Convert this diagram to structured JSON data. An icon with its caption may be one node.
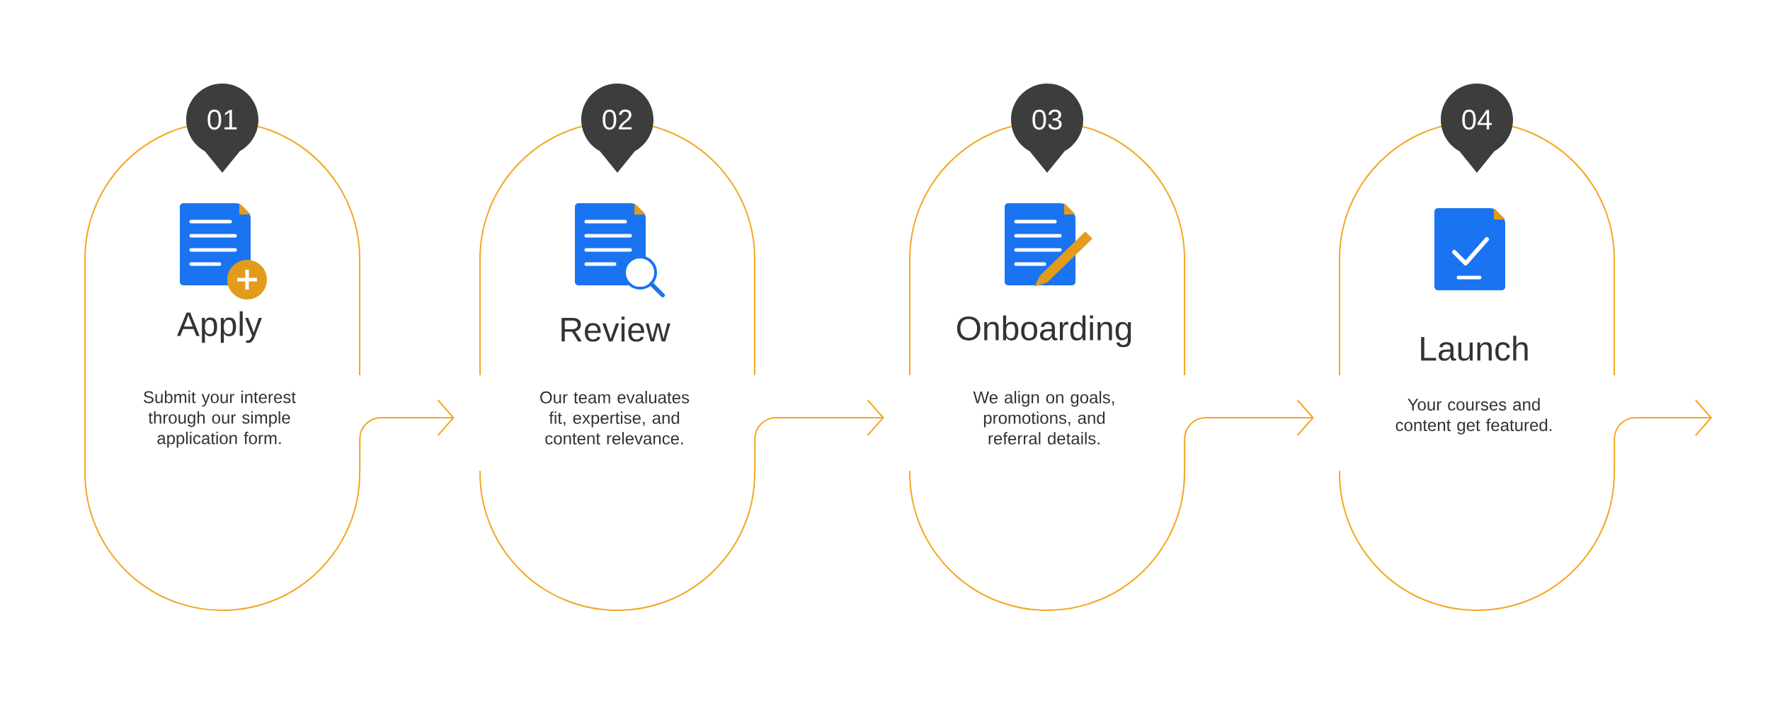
{
  "diagram": {
    "nodes": [
      {
        "text": [
          "01"
        ]
      },
      {
        "text": [
          "Apply",
          "Submit your interest through our simple application form."
        ]
      },
      {
        "text": [
          "02"
        ]
      },
      {
        "text": [
          "Review",
          "Our team evaluates fit, expertise, and content relevance."
        ]
      },
      {
        "text": [
          "03"
        ]
      },
      {
        "text": [
          "Onboarding",
          "We align on goals, promotions, and referral details."
        ]
      },
      {
        "text": [
          "04"
        ]
      },
      {
        "text": [
          "Launch",
          "Your courses and content get featured."
        ]
      }
    ],
    "edges": [
      {
        "from": 1,
        "to": 3,
        "arrow": "to"
      },
      {
        "from": 3,
        "to": 5,
        "arrow": "to"
      },
      {
        "from": 5,
        "to": 7,
        "arrow": "to"
      },
      {
        "from": 7,
        "to": null,
        "arrow": "to"
      }
    ]
  }
}
